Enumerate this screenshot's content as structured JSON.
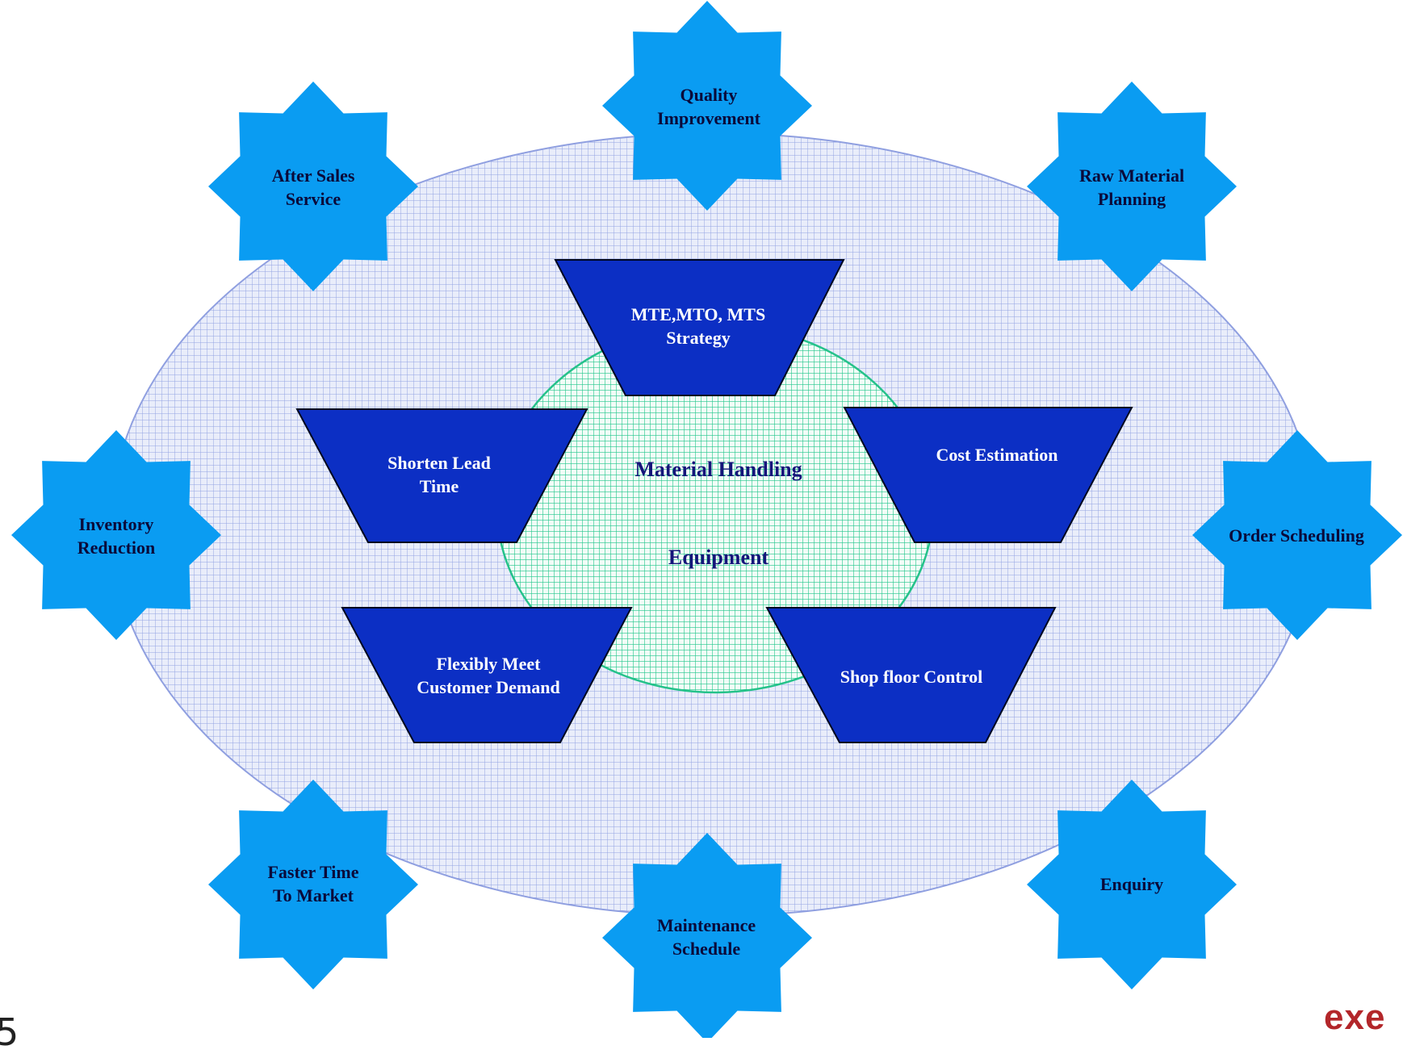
{
  "diagram": {
    "center": {
      "line1": "Material Handling",
      "line2": "Equipment"
    },
    "benefits": [
      {
        "id": "mte",
        "label": "MTE,MTO, MTS\nStrategy"
      },
      {
        "id": "shorten",
        "label": "Shorten Lead\nTime"
      },
      {
        "id": "cost",
        "label": "Cost Estimation"
      },
      {
        "id": "flexibly",
        "label": "Flexibly Meet\nCustomer Demand"
      },
      {
        "id": "shopfloor",
        "label": "Shop floor Control"
      }
    ],
    "functions": [
      {
        "id": "quality",
        "label": "Quality\nImprovement"
      },
      {
        "id": "after-sales",
        "label": "After Sales\nService"
      },
      {
        "id": "raw-material",
        "label": "Raw Material\nPlanning"
      },
      {
        "id": "inventory",
        "label": "Inventory\nReduction"
      },
      {
        "id": "order",
        "label": "Order Scheduling"
      },
      {
        "id": "faster",
        "label": "Faster Time\nTo Market"
      },
      {
        "id": "maintenance",
        "label": "Maintenance\nSchedule"
      },
      {
        "id": "enquiry",
        "label": "Enquiry"
      }
    ]
  },
  "footer": {
    "page_number": "5",
    "logo_text": "exe"
  },
  "colors": {
    "star_fill": "#0a9cf2",
    "trapezoid_fill": "#0c2fc4",
    "outer_ellipse_stroke": "#8f9fe0",
    "inner_circle_stroke": "#25c28a"
  }
}
